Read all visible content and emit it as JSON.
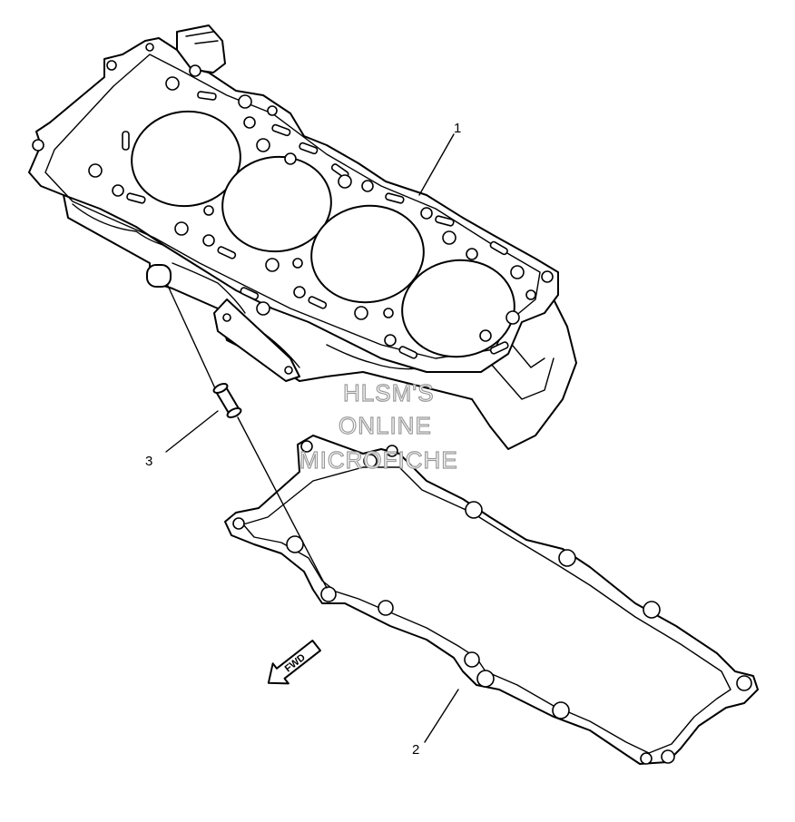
{
  "callouts": [
    {
      "id": "1",
      "label": "1"
    },
    {
      "id": "2",
      "label": "2"
    },
    {
      "id": "3",
      "label": "3"
    }
  ],
  "watermark": {
    "line1": "HLSM'S",
    "line2": "ONLINE",
    "line3": "MICROFICHE",
    "color": "#9a9a9a"
  },
  "direction_arrow": {
    "label": "FWD",
    "icon": "forward-arrow-icon"
  }
}
